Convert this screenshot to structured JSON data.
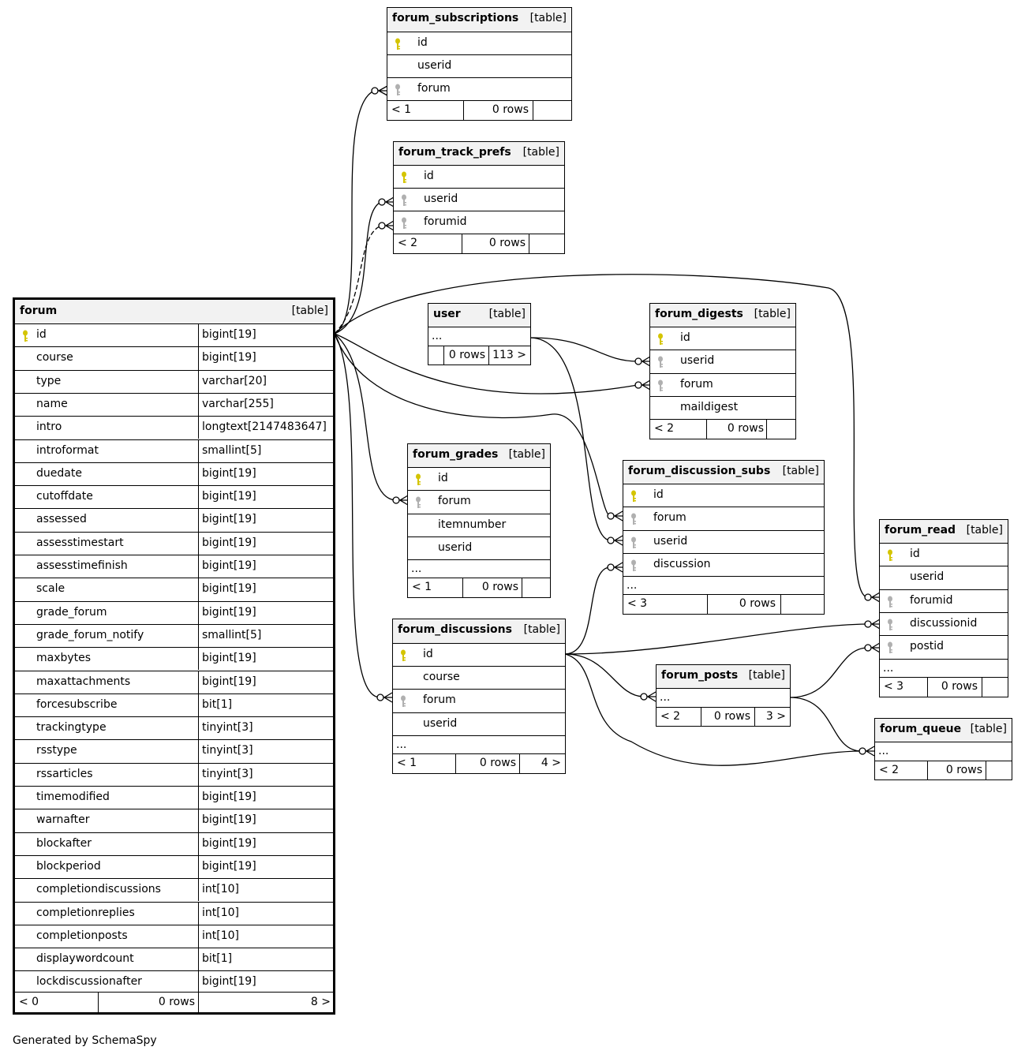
{
  "tables": {
    "forum": {
      "name": "forum",
      "kind": "[table]",
      "columns": [
        {
          "name": "id",
          "type": "bigint[19]",
          "pk": true
        },
        {
          "name": "course",
          "type": "bigint[19]"
        },
        {
          "name": "type",
          "type": "varchar[20]"
        },
        {
          "name": "name",
          "type": "varchar[255]"
        },
        {
          "name": "intro",
          "type": "longtext[2147483647]"
        },
        {
          "name": "introformat",
          "type": "smallint[5]"
        },
        {
          "name": "duedate",
          "type": "bigint[19]"
        },
        {
          "name": "cutoffdate",
          "type": "bigint[19]"
        },
        {
          "name": "assessed",
          "type": "bigint[19]"
        },
        {
          "name": "assesstimestart",
          "type": "bigint[19]"
        },
        {
          "name": "assesstimefinish",
          "type": "bigint[19]"
        },
        {
          "name": "scale",
          "type": "bigint[19]"
        },
        {
          "name": "grade_forum",
          "type": "bigint[19]"
        },
        {
          "name": "grade_forum_notify",
          "type": "smallint[5]"
        },
        {
          "name": "maxbytes",
          "type": "bigint[19]"
        },
        {
          "name": "maxattachments",
          "type": "bigint[19]"
        },
        {
          "name": "forcesubscribe",
          "type": "bit[1]"
        },
        {
          "name": "trackingtype",
          "type": "tinyint[3]"
        },
        {
          "name": "rsstype",
          "type": "tinyint[3]"
        },
        {
          "name": "rssarticles",
          "type": "tinyint[3]"
        },
        {
          "name": "timemodified",
          "type": "bigint[19]"
        },
        {
          "name": "warnafter",
          "type": "bigint[19]"
        },
        {
          "name": "blockafter",
          "type": "bigint[19]"
        },
        {
          "name": "blockperiod",
          "type": "bigint[19]"
        },
        {
          "name": "completiondiscussions",
          "type": "int[10]"
        },
        {
          "name": "completionreplies",
          "type": "int[10]"
        },
        {
          "name": "completionposts",
          "type": "int[10]"
        },
        {
          "name": "displaywordcount",
          "type": "bit[1]"
        },
        {
          "name": "lockdiscussionafter",
          "type": "bigint[19]"
        }
      ],
      "footer": {
        "parents": "< 0",
        "rows": "0 rows",
        "children": "8 >"
      }
    },
    "forum_subscriptions": {
      "name": "forum_subscriptions",
      "kind": "[table]",
      "columns": [
        {
          "name": "id",
          "key": "pk"
        },
        {
          "name": "userid"
        },
        {
          "name": "forum",
          "key": "fk"
        }
      ],
      "footer": {
        "parents": "< 1",
        "rows": "0 rows",
        "children": ""
      }
    },
    "forum_track_prefs": {
      "name": "forum_track_prefs",
      "kind": "[table]",
      "columns": [
        {
          "name": "id",
          "key": "pk"
        },
        {
          "name": "userid",
          "key": "fk"
        },
        {
          "name": "forumid",
          "key": "fk"
        }
      ],
      "footer": {
        "parents": "< 2",
        "rows": "0 rows",
        "children": ""
      }
    },
    "user": {
      "name": "user",
      "kind": "[table]",
      "ellipsis": "...",
      "footer": {
        "parents": "",
        "rows": "0 rows",
        "children": "113 >"
      }
    },
    "forum_digests": {
      "name": "forum_digests",
      "kind": "[table]",
      "columns": [
        {
          "name": "id",
          "key": "pk"
        },
        {
          "name": "userid",
          "key": "fk"
        },
        {
          "name": "forum",
          "key": "fk"
        },
        {
          "name": "maildigest"
        }
      ],
      "footer": {
        "parents": "< 2",
        "rows": "0 rows",
        "children": ""
      }
    },
    "forum_grades": {
      "name": "forum_grades",
      "kind": "[table]",
      "columns": [
        {
          "name": "id",
          "key": "pk"
        },
        {
          "name": "forum",
          "key": "fk"
        },
        {
          "name": "itemnumber"
        },
        {
          "name": "userid"
        }
      ],
      "ellipsis": "...",
      "footer": {
        "parents": "< 1",
        "rows": "0 rows",
        "children": ""
      }
    },
    "forum_discussion_subs": {
      "name": "forum_discussion_subs",
      "kind": "[table]",
      "columns": [
        {
          "name": "id",
          "key": "pk"
        },
        {
          "name": "forum",
          "key": "fk"
        },
        {
          "name": "userid",
          "key": "fk"
        },
        {
          "name": "discussion",
          "key": "fk"
        }
      ],
      "ellipsis": "...",
      "footer": {
        "parents": "< 3",
        "rows": "0 rows",
        "children": ""
      }
    },
    "forum_discussions": {
      "name": "forum_discussions",
      "kind": "[table]",
      "columns": [
        {
          "name": "id",
          "key": "pk"
        },
        {
          "name": "course"
        },
        {
          "name": "forum",
          "key": "fk"
        },
        {
          "name": "userid"
        }
      ],
      "ellipsis": "...",
      "footer": {
        "parents": "< 1",
        "rows": "0 rows",
        "children": "4 >"
      }
    },
    "forum_posts": {
      "name": "forum_posts",
      "kind": "[table]",
      "ellipsis": "...",
      "footer": {
        "parents": "< 2",
        "rows": "0 rows",
        "children": "3 >"
      }
    },
    "forum_read": {
      "name": "forum_read",
      "kind": "[table]",
      "columns": [
        {
          "name": "id",
          "key": "pk"
        },
        {
          "name": "userid"
        },
        {
          "name": "forumid",
          "key": "fk"
        },
        {
          "name": "discussionid",
          "key": "fk"
        },
        {
          "name": "postid",
          "key": "fk"
        }
      ],
      "ellipsis": "...",
      "footer": {
        "parents": "< 3",
        "rows": "0 rows",
        "children": ""
      }
    },
    "forum_queue": {
      "name": "forum_queue",
      "kind": "[table]",
      "ellipsis": "...",
      "footer": {
        "parents": "< 2",
        "rows": "0 rows",
        "children": ""
      }
    }
  },
  "footer_note": "Generated by SchemaSpy",
  "colors": {
    "pk_key": "#d4c400",
    "fk_key": "#b0b0b0",
    "header_bg": "#f2f2f2"
  }
}
